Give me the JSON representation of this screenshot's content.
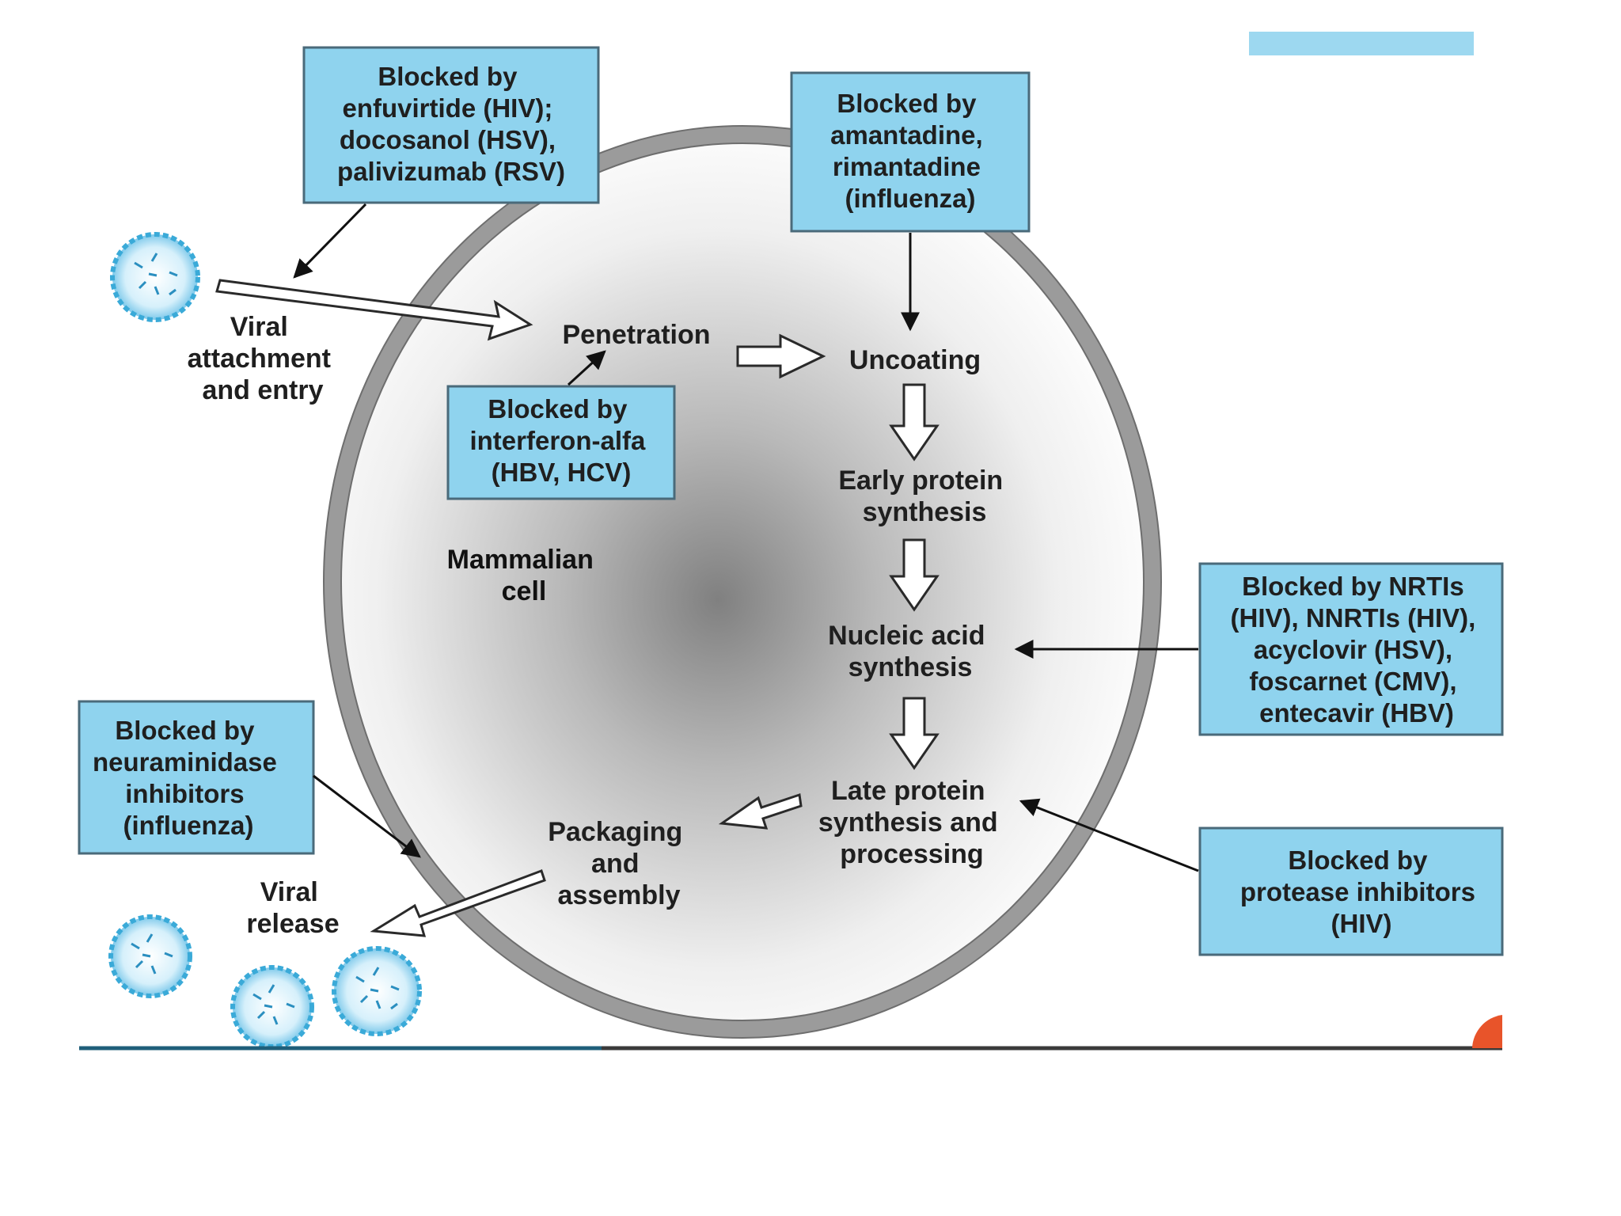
{
  "diagram": {
    "cell_label": [
      "Mammalian",
      "cell"
    ],
    "stages": {
      "viral_attachment": [
        "Viral",
        "attachment",
        "and entry"
      ],
      "penetration": [
        "Penetration"
      ],
      "uncoating": [
        "Uncoating"
      ],
      "early_protein": [
        "Early protein",
        "synthesis"
      ],
      "nucleic_acid": [
        "Nucleic acid",
        "synthesis"
      ],
      "late_protein": [
        "Late protein",
        "synthesis and",
        "processing"
      ],
      "packaging": [
        "Packaging",
        "and",
        "assembly"
      ],
      "viral_release": [
        "Viral",
        "release"
      ]
    },
    "blockers": {
      "enfuvirtide": [
        "Blocked by",
        "enfuvirtide (HIV);",
        "docosanol (HSV),",
        "palivizumab (RSV)"
      ],
      "amantadine": [
        "Blocked by",
        "amantadine,",
        "rimantadine",
        "(influenza)"
      ],
      "interferon": [
        "Blocked by",
        "interferon-alfa",
        "(HBV, HCV)"
      ],
      "nrti": [
        "Blocked by NRTIs",
        "(HIV), NNRTIs (HIV),",
        "acyclovir (HSV),",
        "foscarnet (CMV),",
        "entecavir (HBV)"
      ],
      "neuraminidase": [
        "Blocked by",
        "neuraminidase",
        "inhibitors",
        "(influenza)"
      ],
      "protease": [
        "Blocked by",
        "protease inhibitors",
        "(HIV)"
      ]
    },
    "colors": {
      "box_fill": "#8fd3ee",
      "box_stroke": "#4a6a7a",
      "membrane": "#9b9b9b",
      "virus": "#3aaad8",
      "accent_orange": "#e8542a"
    }
  }
}
